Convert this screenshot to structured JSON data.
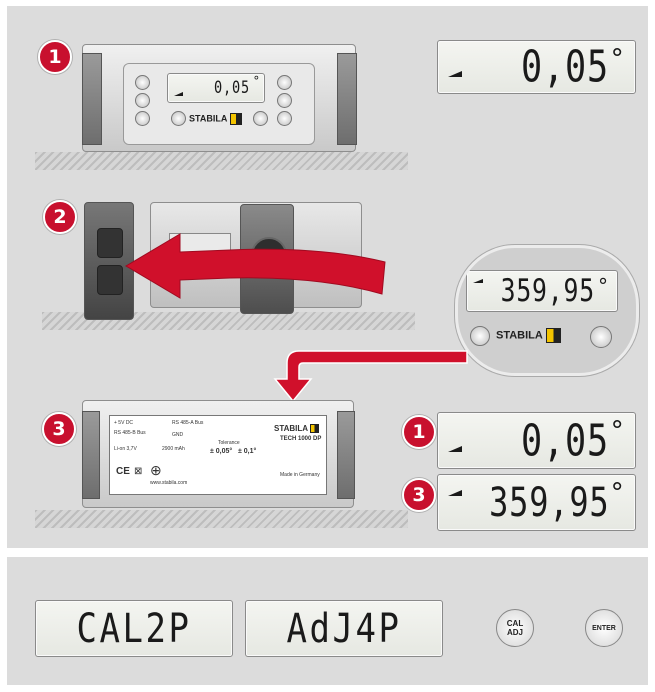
{
  "steps": {
    "s1": "1",
    "s2": "2",
    "s3": "3"
  },
  "readings": {
    "top_display": "0,05",
    "degree_symbol": "°",
    "device1_display": "0,05",
    "magnifier_display": "359,95",
    "result1": "0,05",
    "result3": "359,95"
  },
  "brand": {
    "name": "STABILA"
  },
  "modes": {
    "cal2p": "CAL2P",
    "adj4p": "AdJ4P"
  },
  "buttons": {
    "cal_adj_top": "CAL",
    "cal_adj_bottom": "ADJ",
    "enter": "ENTER"
  },
  "label": {
    "voltage": "+ 5V DC",
    "rs485b": "RS 485-B Bus",
    "rs485a": "RS 485-A Bus",
    "gnd": "GND",
    "battery": "Li-on 3,7V",
    "capacity": "2900 mAh",
    "tolerance": "Tolerance",
    "tol_a": "± 0,05°",
    "tol_b": "± 0,1°",
    "model": "TECH 1000 DP",
    "address": "Made in Germany",
    "website": "www.stabila.com"
  },
  "colors": {
    "accent": "#c8102e",
    "panel": "#dcdcdc"
  }
}
